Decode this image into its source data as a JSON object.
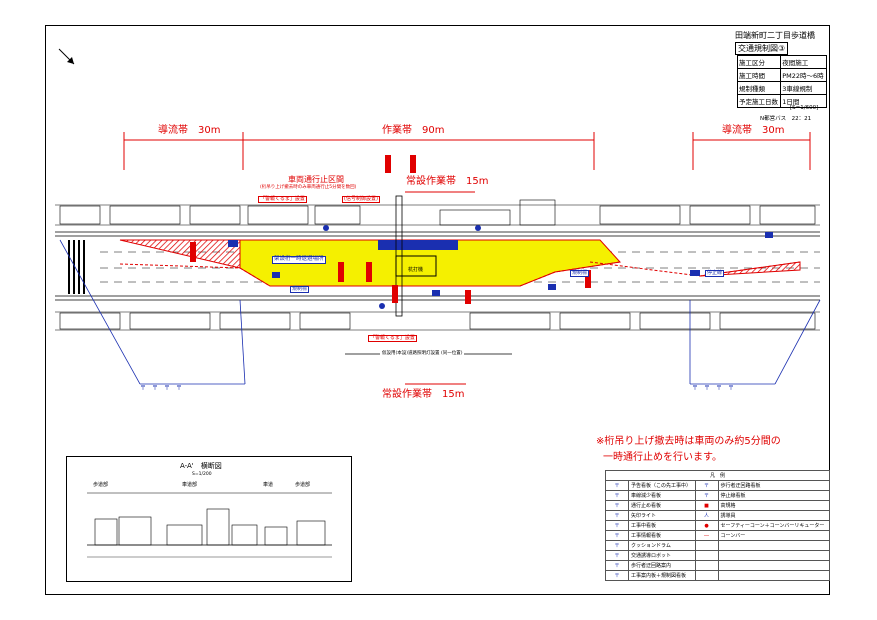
{
  "title": {
    "line1": "田端新町二丁目歩道橋",
    "line2": "交通規制図③"
  },
  "info_table": [
    {
      "label": "施工区分",
      "value": "夜間施工"
    },
    {
      "label": "施工時間",
      "value": "PM22時～6時"
    },
    {
      "label": "規制種類",
      "value": "3車線規制"
    },
    {
      "label": "予定施工日数",
      "value": "1日間"
    }
  ],
  "scale": "[S=1/600]",
  "bus_stop": "N都営バス　22：21",
  "dimensions": {
    "guide_left": "導流帯　30m",
    "work": "作業帯　90m",
    "guide_right": "導流帯　30m",
    "regular_top": "常設作業帯　15m",
    "regular_bottom": "常設作業帯　15m"
  },
  "callouts": {
    "stop_section": "車両通行止区間",
    "stop_note": "(桁吊り上げ撤去時のみ車両通行止5分間を数回)",
    "signal_left": "「警報くるま」設置",
    "signal_right": "(信号制御設置)",
    "guard_left": "規制標",
    "guard_right": "規制標",
    "temp_stop": "架設桁一時退避場所",
    "signal_bottom": "「警報くるま」設置",
    "crane_label": "杭打機",
    "bus_label": "都営バス",
    "stopline_label": "停止線",
    "bottom_bar": "仮設用(本設)道路照明灯設置 (同一位置)",
    "gate_label": "規制門"
  },
  "section": {
    "title": "A-A'　横断図",
    "scale": "S=1/200",
    "col1": "歩道部",
    "col2": "車道部",
    "col3": "車道",
    "col4": "歩道部"
  },
  "note": {
    "line1": "※桁吊り上げ撤去時は車両のみ約5分間の",
    "line2": "一時通行止めを行います。"
  },
  "legend": {
    "title": "凡　例",
    "left": [
      {
        "sym": "〒",
        "text": "予告看板（この先工事中）"
      },
      {
        "sym": "〒",
        "text": "車線減少看板"
      },
      {
        "sym": "〒",
        "text": "通行止め看板"
      },
      {
        "sym": "〒",
        "text": "矢印ライト"
      },
      {
        "sym": "〒",
        "text": "工事中看板"
      },
      {
        "sym": "〒",
        "text": "工事情報看板"
      },
      {
        "sym": "〒",
        "text": "クッションドラム"
      },
      {
        "sym": "〒",
        "text": "交通誘導ロボット"
      },
      {
        "sym": "〒",
        "text": "歩行者迂回路案内"
      },
      {
        "sym": "〒",
        "text": "工事案内板＋規制図看板"
      }
    ],
    "right": [
      {
        "sym": "〒",
        "text": "歩行者迂回路看板"
      },
      {
        "sym": "〒",
        "text": "停止線看板"
      },
      {
        "sym": "■",
        "text": "高規格"
      },
      {
        "sym": "人",
        "text": "誘導員"
      },
      {
        "sym": "●",
        "text": "セーフティーコーン＋コーンバーリキューター"
      },
      {
        "sym": "―",
        "text": "コーンバー"
      },
      {
        "sym": "",
        "text": ""
      },
      {
        "sym": "",
        "text": ""
      },
      {
        "sym": "",
        "text": ""
      },
      {
        "sym": "",
        "text": ""
      }
    ]
  },
  "sign_rows": {
    "left": "〒　〒　〒　〒",
    "right": "〒　〒　〒　〒"
  },
  "colors": {
    "regulation_red": "#e00000",
    "work_yellow": "#f5f000",
    "sign_blue": "#1a2fb0"
  }
}
